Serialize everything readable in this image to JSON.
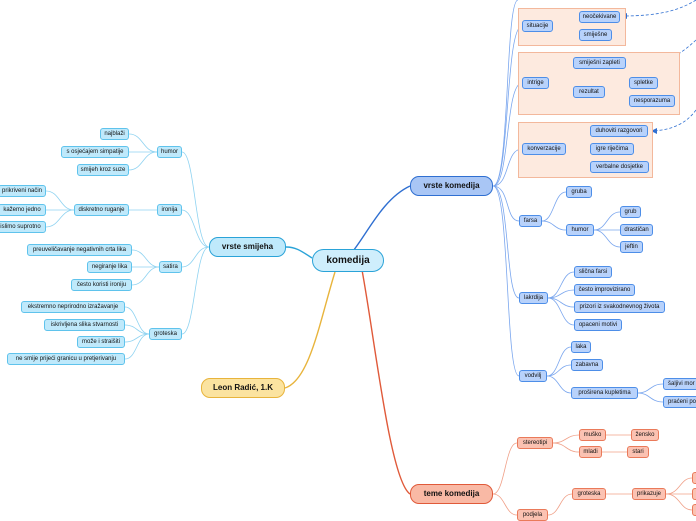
{
  "root": "komedija",
  "author": "Leon Radić, 1.K",
  "vrste_smijeha": {
    "title": "vrste smijeha",
    "humor": {
      "label": "humor",
      "items": [
        "najblaži",
        "s osjećajem simpatije",
        "smijeh kroz suze"
      ]
    },
    "ironija": {
      "label": "ironija",
      "diskretno": "diskretno ruganje",
      "items": [
        "prikriveni način",
        "kažemo jedno",
        "mislimo suprotno"
      ]
    },
    "satira": {
      "label": "satira",
      "items": [
        "preuveličavanje negativnih crta lika",
        "negiranje lika",
        "često koristi ironiju"
      ]
    },
    "groteska": {
      "label": "groteska",
      "items": [
        "ekstremno neprirodno izražavanje",
        "iskrivljena slika stvarnosti",
        "može i straišiti",
        "ne smije prijeći granicu u pretjerivanju"
      ]
    }
  },
  "vrste_komedija": {
    "title": "vrste komedija",
    "situacije": {
      "label": "situacije",
      "items": [
        "neočekivane",
        "smiješne"
      ]
    },
    "intrige": {
      "label": "intrige",
      "zapleti": "smiješni zapleti",
      "rezultat": "rezultat",
      "rezultat_items": [
        "spletke",
        "nesporazuma"
      ]
    },
    "konverzacije": {
      "label": "konverzacije",
      "items": [
        "duhoviti razgovori",
        "igre riječima",
        "verbalne dosjetke"
      ]
    },
    "farsa": {
      "label": "farsa",
      "gruba": "gruba",
      "humor": "humor",
      "humor_items": [
        "grub",
        "drastičan",
        "jeftin"
      ]
    },
    "lakrdija": {
      "label": "lakrdija",
      "items": [
        "slična farsi",
        "često improvizirano",
        "prizori iz svakodnevnog života",
        "opaceni motivi"
      ]
    },
    "vodvilj": {
      "label": "vodvilj",
      "items": [
        "laka",
        "zabavna"
      ],
      "kupleti": "proširena kupletima",
      "kupleti_items": [
        "šaljivi mor",
        "praćeni po"
      ]
    }
  },
  "teme_komedija": {
    "title": "teme komedija",
    "stereotipi": {
      "label": "stereotipi",
      "muško": "muško",
      "žensko": "žensko",
      "mladi": "mladi",
      "stari": "stari"
    },
    "podjela": {
      "label": "podjela",
      "groteska": "groteska",
      "prikazuje": "prikazuje"
    }
  },
  "colors": {
    "left": "#5fc3ec",
    "top": "#2f6fd1",
    "bottom": "#e05a3a",
    "author": "#e8b43c"
  }
}
